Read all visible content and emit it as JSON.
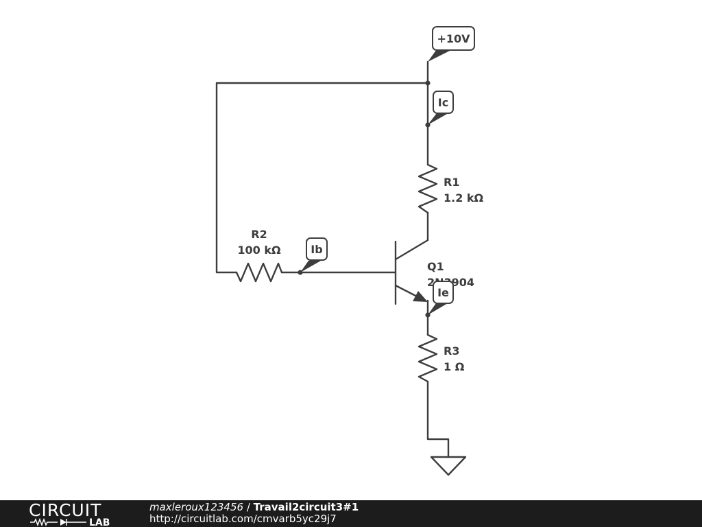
{
  "schematic": {
    "flags": {
      "vcc": "+10V",
      "ic": "Ic",
      "ib": "Ib",
      "ie": "Ie"
    },
    "components": {
      "r1": {
        "ref": "R1",
        "value": "1.2 kΩ"
      },
      "r2": {
        "ref": "R2",
        "value": "100 kΩ"
      },
      "r3": {
        "ref": "R3",
        "value": "1 Ω"
      },
      "q1": {
        "ref": "Q1",
        "value": "2N3904"
      }
    }
  },
  "footer": {
    "logo_top": "CIRCUIT",
    "logo_bottom": "LAB",
    "author": "maxleroux123456",
    "separator": " / ",
    "title": "Travail2circuit3#1",
    "url": "http://circuitlab.com/cmvarb5yc29j7"
  }
}
